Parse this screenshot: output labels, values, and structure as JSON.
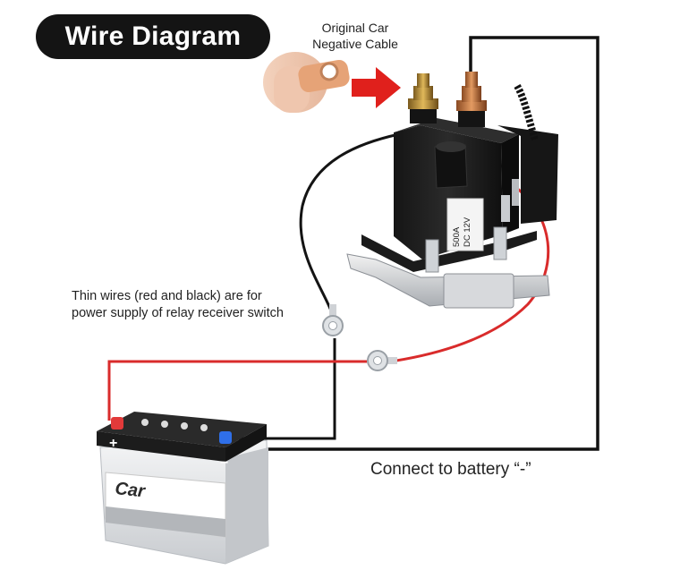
{
  "title": "Wire Diagram",
  "labels": {
    "original_cable_line1": "Original Car",
    "original_cable_line2": "Negative Cable",
    "thin_wires_line1": "Thin wires (red and black) are for",
    "thin_wires_line2": "power supply of relay receiver switch",
    "connect_battery": "Connect to battery “-”"
  },
  "relay": {
    "rating_line1": "500A",
    "rating_line2": "DC 12V"
  },
  "battery": {
    "brand": "Car",
    "positive_symbol": "+",
    "negative_symbol": "−"
  },
  "colors": {
    "red_wire": "#d92b2b",
    "black_wire": "#111111",
    "arrow": "#e0201c",
    "battery_body": "#e3e5e8",
    "battery_lid": "#2a2a2a"
  }
}
